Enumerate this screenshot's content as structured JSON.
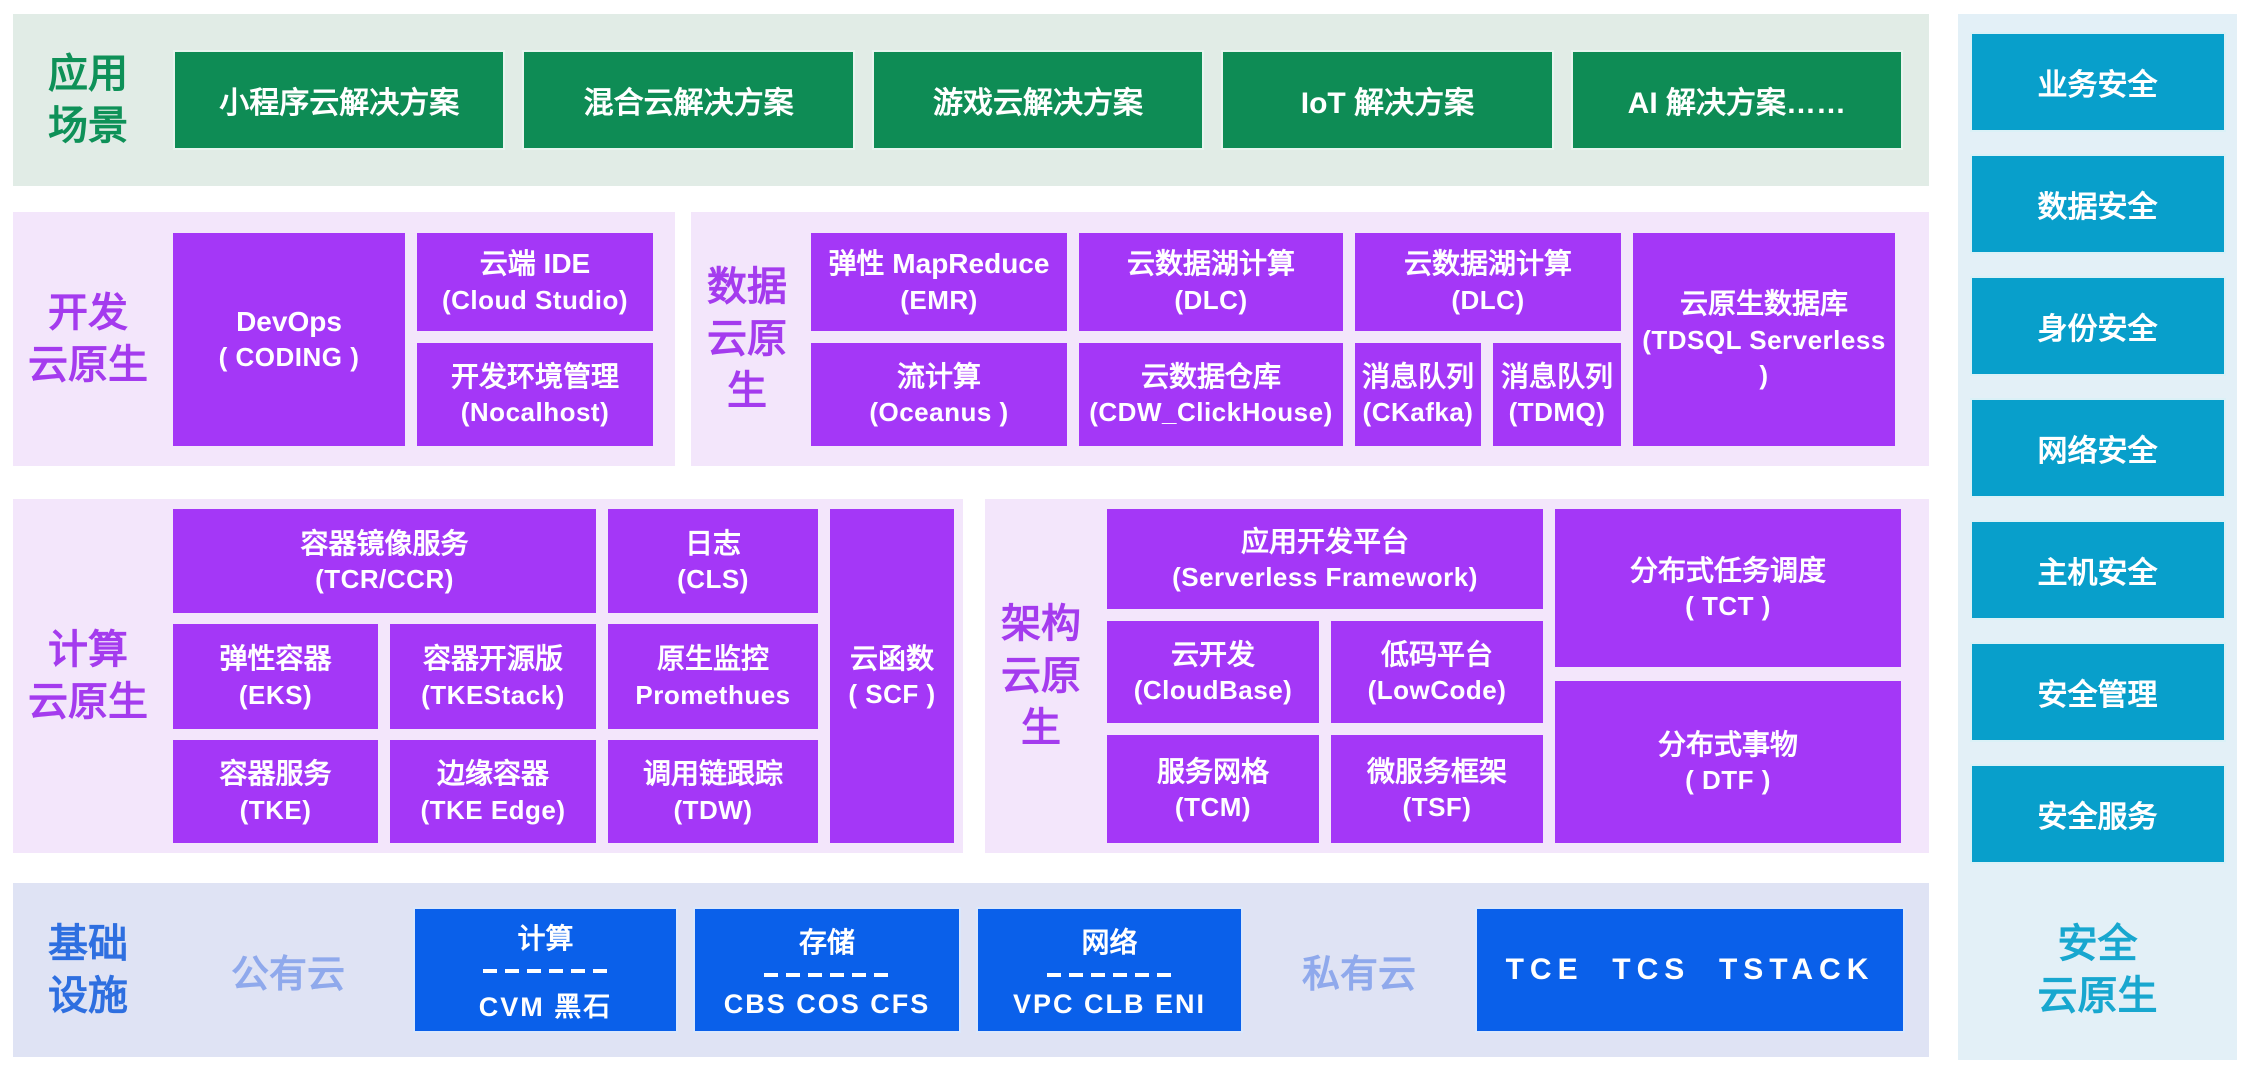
{
  "colors": {
    "green": "#0E8C55",
    "green_panel_bg": "#E1ECE6",
    "purple": "#A437F7",
    "purple_panel_bg": "#F3E6FB",
    "blue": "#0A60EA",
    "blue_panel_bg": "#DFE3F4",
    "cyan": "#089FCB",
    "cyan_panel_bg": "#E3F0F7"
  },
  "app": {
    "label1": "应用",
    "label2": "场景",
    "buttons": [
      "小程序云解决方案",
      "混合云解决方案",
      "游戏云解决方案",
      "IoT 解决方案",
      "AI 解决方案……"
    ]
  },
  "dev": {
    "label1": "开发",
    "label2": "云原生",
    "blocks": {
      "devops": {
        "t": "DevOps",
        "s": "( CODING )"
      },
      "ide": {
        "t": "云端 IDE",
        "s": "(Cloud Studio)"
      },
      "nocalhost": {
        "t": "开发环境管理",
        "s": "(Nocalhost)"
      }
    }
  },
  "data": {
    "label1": "数据",
    "label2": "云原生",
    "blocks": {
      "emr": {
        "t": "弹性 MapReduce",
        "s": "(EMR)"
      },
      "dlc1": {
        "t": "云数据湖计算",
        "s": "(DLC)"
      },
      "dlc2": {
        "t": "云数据湖计算",
        "s": "(DLC)"
      },
      "tdsql": {
        "t": "云原生数据库",
        "s": "(TDSQL Serverless )"
      },
      "oceanus": {
        "t": "流计算",
        "s": "(Oceanus )"
      },
      "cdw": {
        "t": "云数据仓库",
        "s": "(CDW_ClickHouse)"
      },
      "ckafka": {
        "t": "消息队列",
        "s": "(CKafka)"
      },
      "tdmq": {
        "t": "消息队列",
        "s": "(TDMQ)"
      }
    }
  },
  "compute": {
    "label1": "计算",
    "label2": "云原生",
    "blocks": {
      "tcr": {
        "t": "容器镜像服务",
        "s": "(TCR/CCR)"
      },
      "cls": {
        "t": "日志",
        "s": "(CLS)"
      },
      "scf": {
        "t": "云函数",
        "s": "( SCF )"
      },
      "eks": {
        "t": "弹性容器",
        "s": "(EKS)"
      },
      "tkestack": {
        "t": "容器开源版",
        "s": "(TKEStack)"
      },
      "prometheus": {
        "t": "原生监控",
        "s": "Promethues"
      },
      "tke": {
        "t": "容器服务",
        "s": "(TKE)"
      },
      "tkeedge": {
        "t": "边缘容器",
        "s": "(TKE Edge)"
      },
      "tdw": {
        "t": "调用链跟踪",
        "s": "(TDW)"
      }
    }
  },
  "arch": {
    "label1": "架构",
    "label2": "云原生",
    "blocks": {
      "sf": {
        "t": "应用开发平台",
        "s": "(Serverless Framework)"
      },
      "tct": {
        "t": "分布式任务调度",
        "s": "( TCT )"
      },
      "cloudbase": {
        "t": "云开发",
        "s": "(CloudBase)"
      },
      "lowcode": {
        "t": "低码平台",
        "s": "(LowCode)"
      },
      "tcm": {
        "t": "服务网格",
        "s": "(TCM)"
      },
      "tsf": {
        "t": "微服务框架",
        "s": "(TSF)"
      },
      "dtf": {
        "t": "分布式事物",
        "s": "( DTF )"
      }
    }
  },
  "infra": {
    "label1": "基础",
    "label2": "设施",
    "public_cloud": "公有云",
    "private_cloud": "私有云",
    "blocks": {
      "compute": {
        "t": "计算",
        "s": "CVM 黑石"
      },
      "storage": {
        "t": "存储",
        "s": "CBS COS CFS"
      },
      "network": {
        "t": "网络",
        "s": "VPC CLB ENI"
      }
    },
    "tstack": "TCE  TCS  TSTACK"
  },
  "security": {
    "label1": "安全",
    "label2": "云原生",
    "items": [
      "业务安全",
      "数据安全",
      "身份安全",
      "网络安全",
      "主机安全",
      "安全管理",
      "安全服务"
    ]
  }
}
